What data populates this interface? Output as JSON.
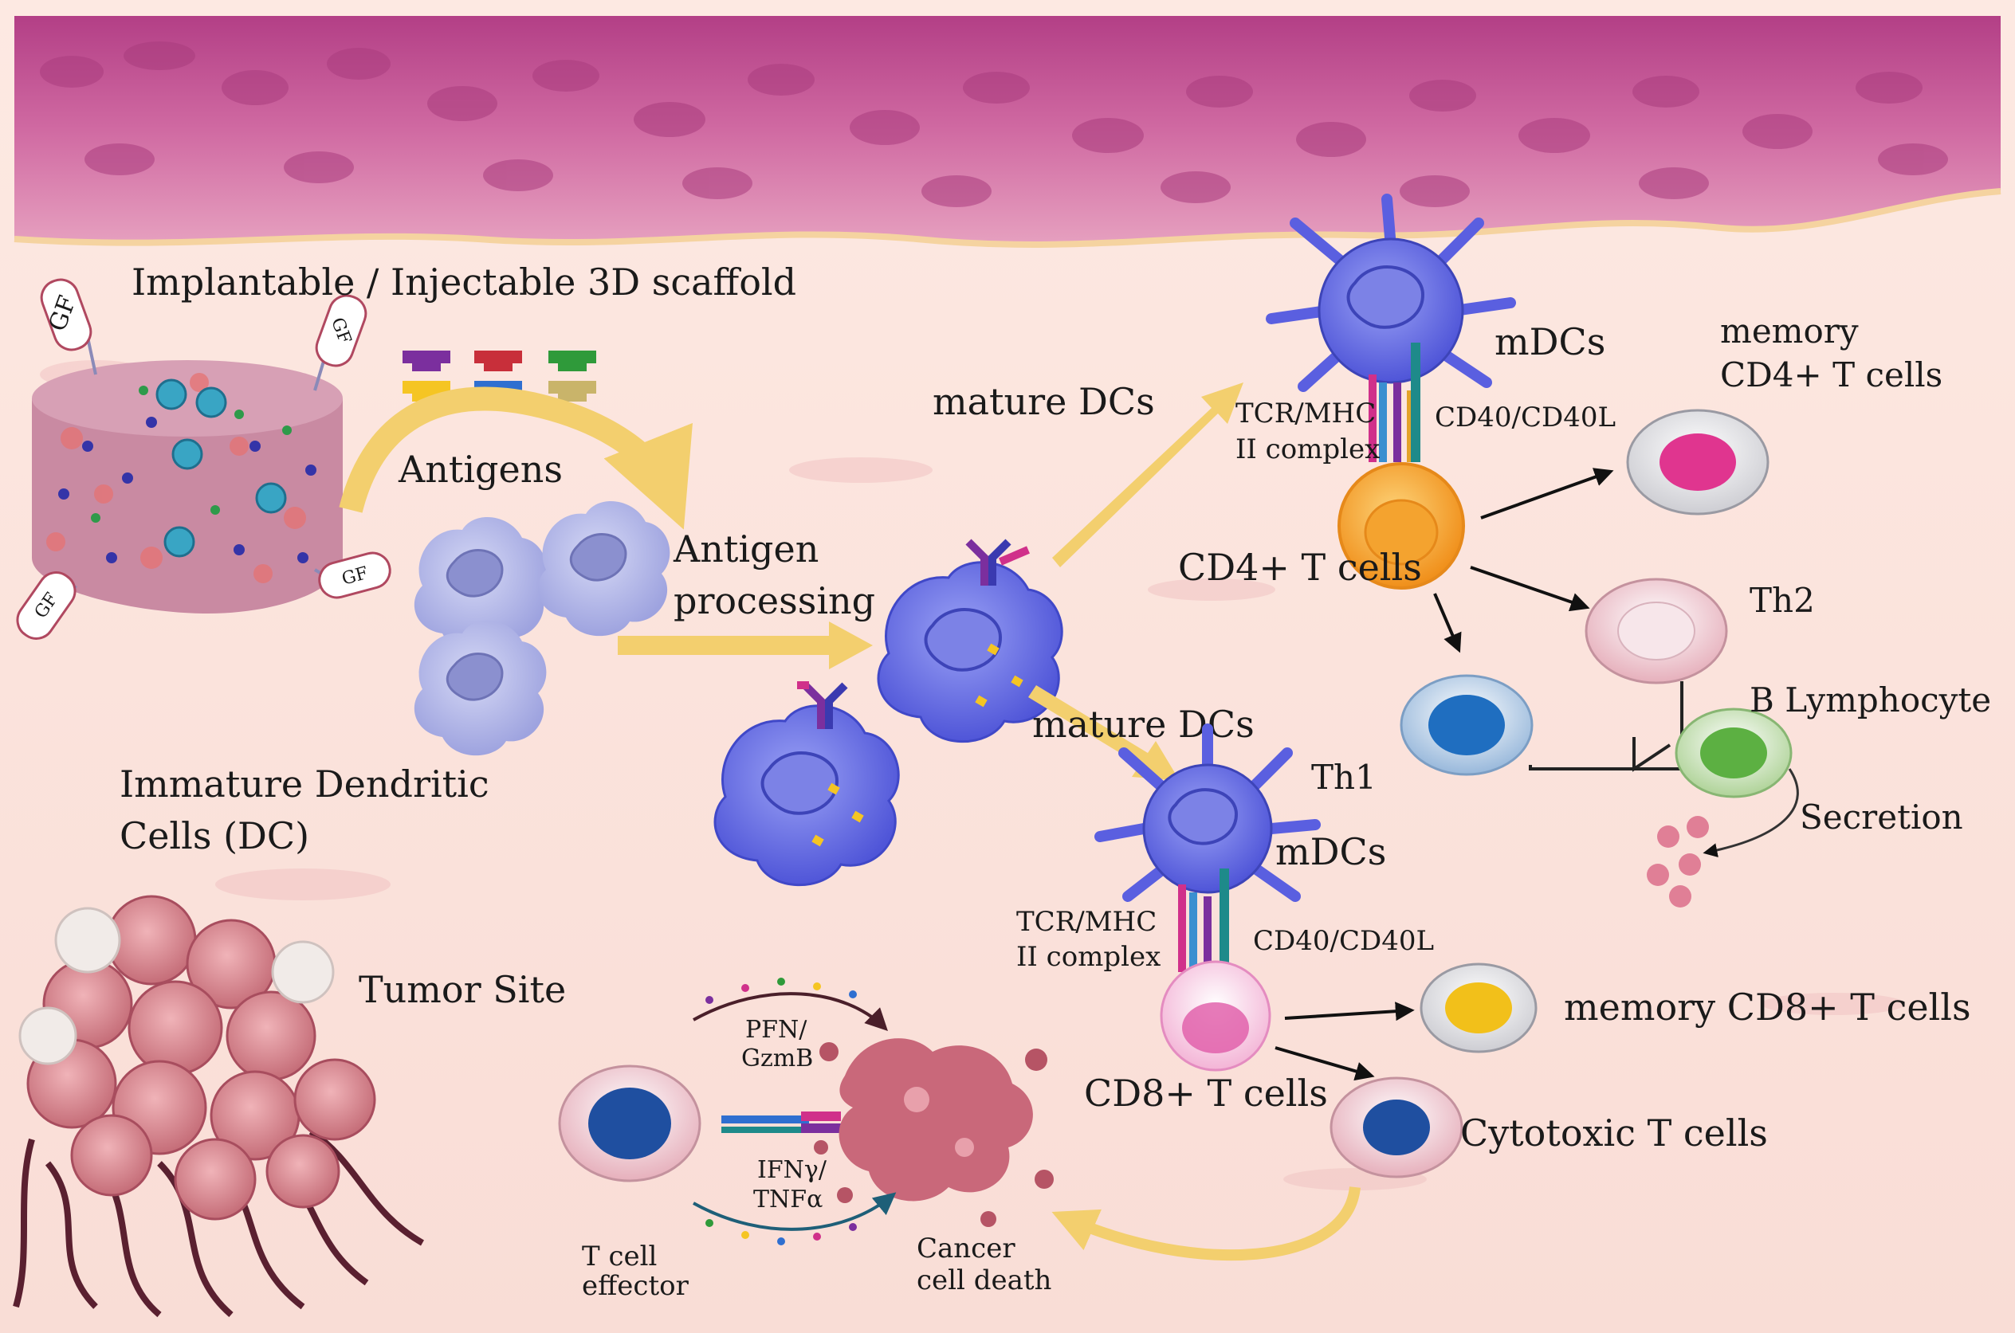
{
  "scaffold": {
    "title": "Implantable / Injectable 3D scaffold",
    "gf_tag": "GF"
  },
  "antigens": {
    "label": "Antigens"
  },
  "immature_dc": {
    "line1": "Immature Dendritic",
    "line2": "Cells (DC)"
  },
  "antigen_processing": {
    "line1": "Antigen",
    "line2": "processing"
  },
  "upper_branch": {
    "mature_label": "mature DCs",
    "mdcs_label": "mDCs",
    "tcr_line1": "TCR/MHC",
    "tcr_line2": "II complex",
    "cd40_label": "CD40/CD40L",
    "cd4_label": "CD4+ T cells",
    "memory_line1": "memory",
    "memory_line2": "CD4+ T cells",
    "th2_label": "Th2",
    "b_label": "B Lymphocyte",
    "secretion_label": "Secretion"
  },
  "lower_branch": {
    "mature_label": "mature DCs",
    "th1_label": "Th1",
    "mdcs_label": "mDCs",
    "tcr_line1": "TCR/MHC",
    "tcr_line2": "II complex",
    "cd40_label": "CD40/CD40L",
    "cd8_label": "CD8+ T cells",
    "memory_cd8_label": "memory CD8+ T cells",
    "cytotoxic_label": "Cytotoxic T cells"
  },
  "tumor": {
    "site_label": "Tumor Site",
    "pfn_line1": "PFN/",
    "pfn_line2": "GzmB",
    "ifn_line1": "IFNγ/",
    "ifn_line2": "TNFα",
    "effector_line1": "T cell",
    "effector_line2": "effector",
    "death_line1": "Cancer",
    "death_line2": "cell death"
  },
  "colors": {
    "tissue_top": "#c04f8e",
    "background": "#fbe3dc",
    "arrow_yellow": "#f3cf6e",
    "dc_blue": "#5a5fe0",
    "cd4_orange": "#f6a92e",
    "memory_pink": "#e0358f",
    "b_green": "#5cb042",
    "memory_cd8_yellow": "#f2c01a",
    "effector_blue": "#1f4fa0",
    "tumor_red": "#c9687a"
  }
}
